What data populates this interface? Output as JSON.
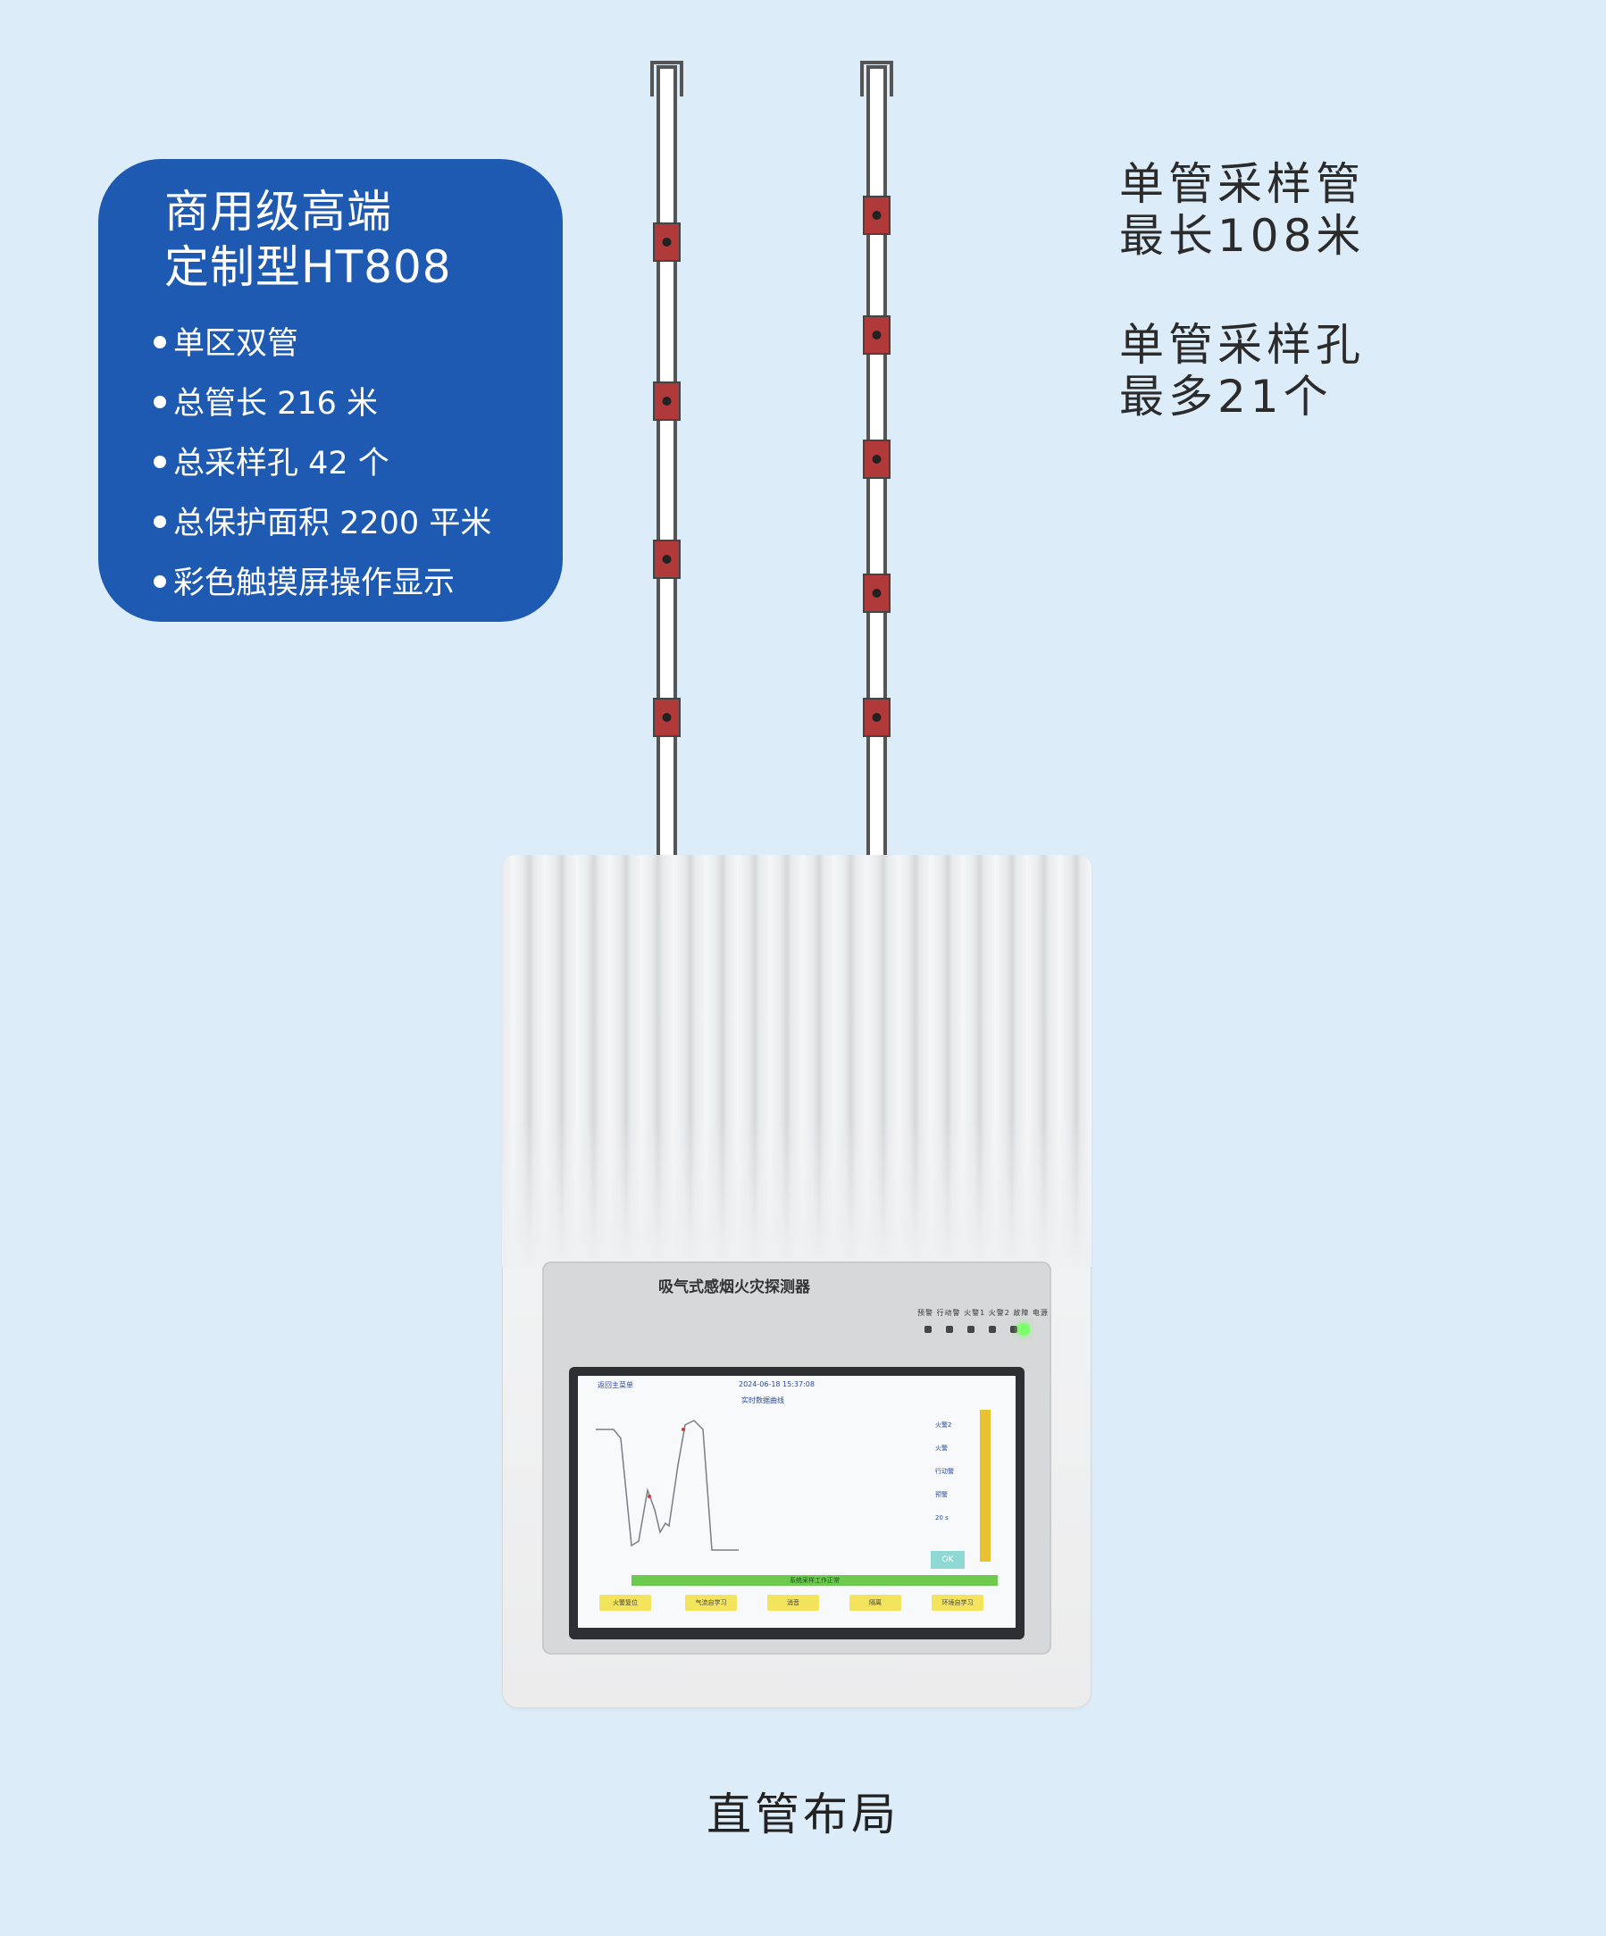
{
  "card": {
    "title_line1": "商用级高端",
    "title_line2": "定制型HT808",
    "features": [
      "单区双管",
      "总管长 216 米",
      "总采样孔 42 个",
      "总保护面积 2200 平米",
      "彩色触摸屏操作显示"
    ]
  },
  "specs": {
    "pipe_length_line1": "单管采样管",
    "pipe_length_line2": "最长108米",
    "holes_line1": "单管采样孔",
    "holes_line2": "最多21个"
  },
  "device": {
    "name": "吸气式感烟火灾探测器",
    "led_labels": "预警 行动警 火警1 火警2 故障 电源",
    "screen": {
      "back": "返回主菜单",
      "time": "2024-06-18 15:37:08",
      "title": "实时数据曲线",
      "labels": [
        "火警2",
        "火警",
        "行动警",
        "预警",
        "",
        "20 s"
      ],
      "ok": "OK",
      "status": "系统采样工作正常",
      "buttons": [
        "火警复位",
        "气流自学习",
        "消音",
        "隔离",
        "环境自学习"
      ]
    }
  },
  "caption": "直管布局",
  "colors": {
    "background": "#dcecf8",
    "card": "#1e5ab2",
    "clamp": "#b03a3a"
  }
}
